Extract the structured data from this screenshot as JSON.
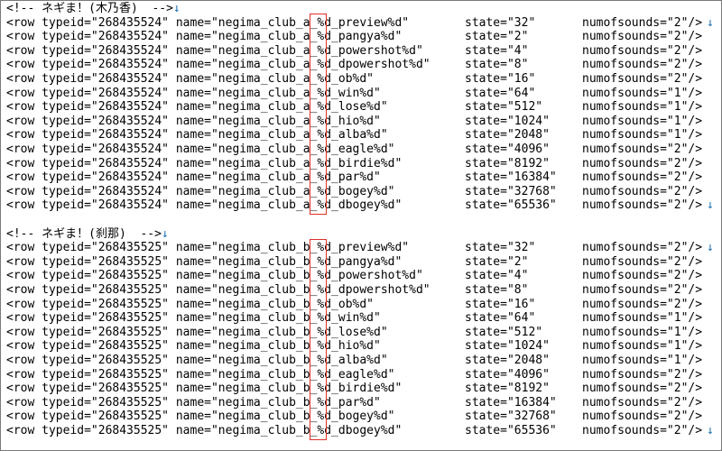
{
  "accent": "#e0302a",
  "arrow_color": "#1a6fb0",
  "return_glyph": "↓",
  "blocks": [
    {
      "comment": "<!-- ネギま！(木乃香)  -->",
      "comment_arrow": true,
      "rows": [
        {
          "a": "<row typeid=\"268435524\" name=\"negima_club_",
          "k": "a",
          "b": "_%d_preview%d\"",
          "state": "state=\"32\"",
          "num": "numofsounds=\"2\"/>",
          "arrow": true
        },
        {
          "a": "<row typeid=\"268435524\" name=\"negima_club_",
          "k": "a",
          "b": "_%d_pangya%d\"",
          "state": "state=\"2\"",
          "num": "numofsounds=\"2\"/>",
          "arrow": false
        },
        {
          "a": "<row typeid=\"268435524\" name=\"negima_club_",
          "k": "a",
          "b": "_%d_powershot%d\"",
          "state": "state=\"4\"",
          "num": "numofsounds=\"2\"/>",
          "arrow": false
        },
        {
          "a": "<row typeid=\"268435524\" name=\"negima_club_",
          "k": "a",
          "b": "_%d_dpowershot%d\"",
          "state": "state=\"8\"",
          "num": "numofsounds=\"2\"/>",
          "arrow": false
        },
        {
          "a": "<row typeid=\"268435524\" name=\"negima_club_",
          "k": "a",
          "b": "_%d_ob%d\"",
          "state": "state=\"16\"",
          "num": "numofsounds=\"2\"/>",
          "arrow": false
        },
        {
          "a": "<row typeid=\"268435524\" name=\"negima_club_",
          "k": "a",
          "b": "_%d_win%d\"",
          "state": "state=\"64\"",
          "num": "numofsounds=\"1\"/>",
          "arrow": false
        },
        {
          "a": "<row typeid=\"268435524\" name=\"negima_club_",
          "k": "a",
          "b": "_%d_lose%d\"",
          "state": "state=\"512\"",
          "num": "numofsounds=\"1\"/>",
          "arrow": false
        },
        {
          "a": "<row typeid=\"268435524\" name=\"negima_club_",
          "k": "a",
          "b": "_%d_hio%d\"",
          "state": "state=\"1024\"",
          "num": "numofsounds=\"1\"/>",
          "arrow": false
        },
        {
          "a": "<row typeid=\"268435524\" name=\"negima_club_",
          "k": "a",
          "b": "_%d_alba%d\"",
          "state": "state=\"2048\"",
          "num": "numofsounds=\"1\"/>",
          "arrow": false
        },
        {
          "a": "<row typeid=\"268435524\" name=\"negima_club_",
          "k": "a",
          "b": "_%d_eagle%d\"",
          "state": "state=\"4096\"",
          "num": "numofsounds=\"2\"/>",
          "arrow": false
        },
        {
          "a": "<row typeid=\"268435524\" name=\"negima_club_",
          "k": "a",
          "b": "_%d_birdie%d\"",
          "state": "state=\"8192\"",
          "num": "numofsounds=\"2\"/>",
          "arrow": false
        },
        {
          "a": "<row typeid=\"268435524\" name=\"negima_club_",
          "k": "a",
          "b": "_%d_par%d\"",
          "state": "state=\"16384\"",
          "num": "numofsounds=\"2\"/>",
          "arrow": false
        },
        {
          "a": "<row typeid=\"268435524\" name=\"negima_club_",
          "k": "a",
          "b": "_%d_bogey%d\"",
          "state": "state=\"32768\"",
          "num": "numofsounds=\"2\"/>",
          "arrow": false
        },
        {
          "a": "<row typeid=\"268435524\" name=\"negima_club_",
          "k": "a",
          "b": "_%d_dbogey%d\"",
          "state": "state=\"65536\"",
          "num": "numofsounds=\"2\"/>",
          "arrow": true
        }
      ]
    },
    {
      "comment": "<!-- ネギま！(刹那)  -->",
      "comment_arrow": true,
      "rows": [
        {
          "a": "<row typeid=\"268435525\" name=\"negima_club_",
          "k": "b",
          "b": "_%d_preview%d\"",
          "state": "state=\"32\"",
          "num": "numofsounds=\"2\"/>",
          "arrow": true
        },
        {
          "a": "<row typeid=\"268435525\" name=\"negima_club_",
          "k": "b",
          "b": "_%d_pangya%d\"",
          "state": "state=\"2\"",
          "num": "numofsounds=\"2\"/>",
          "arrow": false
        },
        {
          "a": "<row typeid=\"268435525\" name=\"negima_club_",
          "k": "b",
          "b": "_%d_powershot%d\"",
          "state": "state=\"4\"",
          "num": "numofsounds=\"2\"/>",
          "arrow": false
        },
        {
          "a": "<row typeid=\"268435525\" name=\"negima_club_",
          "k": "b",
          "b": "_%d_dpowershot%d\"",
          "state": "state=\"8\"",
          "num": "numofsounds=\"2\"/>",
          "arrow": false
        },
        {
          "a": "<row typeid=\"268435525\" name=\"negima_club_",
          "k": "b",
          "b": "_%d_ob%d\"",
          "state": "state=\"16\"",
          "num": "numofsounds=\"2\"/>",
          "arrow": false
        },
        {
          "a": "<row typeid=\"268435525\" name=\"negima_club_",
          "k": "b",
          "b": "_%d_win%d\"",
          "state": "state=\"64\"",
          "num": "numofsounds=\"1\"/>",
          "arrow": false
        },
        {
          "a": "<row typeid=\"268435525\" name=\"negima_club_",
          "k": "b",
          "b": "_%d_lose%d\"",
          "state": "state=\"512\"",
          "num": "numofsounds=\"1\"/>",
          "arrow": false
        },
        {
          "a": "<row typeid=\"268435525\" name=\"negima_club_",
          "k": "b",
          "b": "_%d_hio%d\"",
          "state": "state=\"1024\"",
          "num": "numofsounds=\"1\"/>",
          "arrow": false
        },
        {
          "a": "<row typeid=\"268435525\" name=\"negima_club_",
          "k": "b",
          "b": "_%d_alba%d\"",
          "state": "state=\"2048\"",
          "num": "numofsounds=\"1\"/>",
          "arrow": false
        },
        {
          "a": "<row typeid=\"268435525\" name=\"negima_club_",
          "k": "b",
          "b": "_%d_eagle%d\"",
          "state": "state=\"4096\"",
          "num": "numofsounds=\"2\"/>",
          "arrow": false
        },
        {
          "a": "<row typeid=\"268435525\" name=\"negima_club_",
          "k": "b",
          "b": "_%d_birdie%d\"",
          "state": "state=\"8192\"",
          "num": "numofsounds=\"2\"/>",
          "arrow": false
        },
        {
          "a": "<row typeid=\"268435525\" name=\"negima_club_",
          "k": "b",
          "b": "_%d_par%d\"",
          "state": "state=\"16384\"",
          "num": "numofsounds=\"2\"/>",
          "arrow": false
        },
        {
          "a": "<row typeid=\"268435525\" name=\"negima_club_",
          "k": "b",
          "b": "_%d_bogey%d\"",
          "state": "state=\"32768\"",
          "num": "numofsounds=\"2\"/>",
          "arrow": false
        },
        {
          "a": "<row typeid=\"268435525\" name=\"negima_club_",
          "k": "b",
          "b": "_%d_dbogey%d\"",
          "state": "state=\"65536\"",
          "num": "numofsounds=\"2\"/>",
          "arrow": true
        }
      ]
    }
  ]
}
